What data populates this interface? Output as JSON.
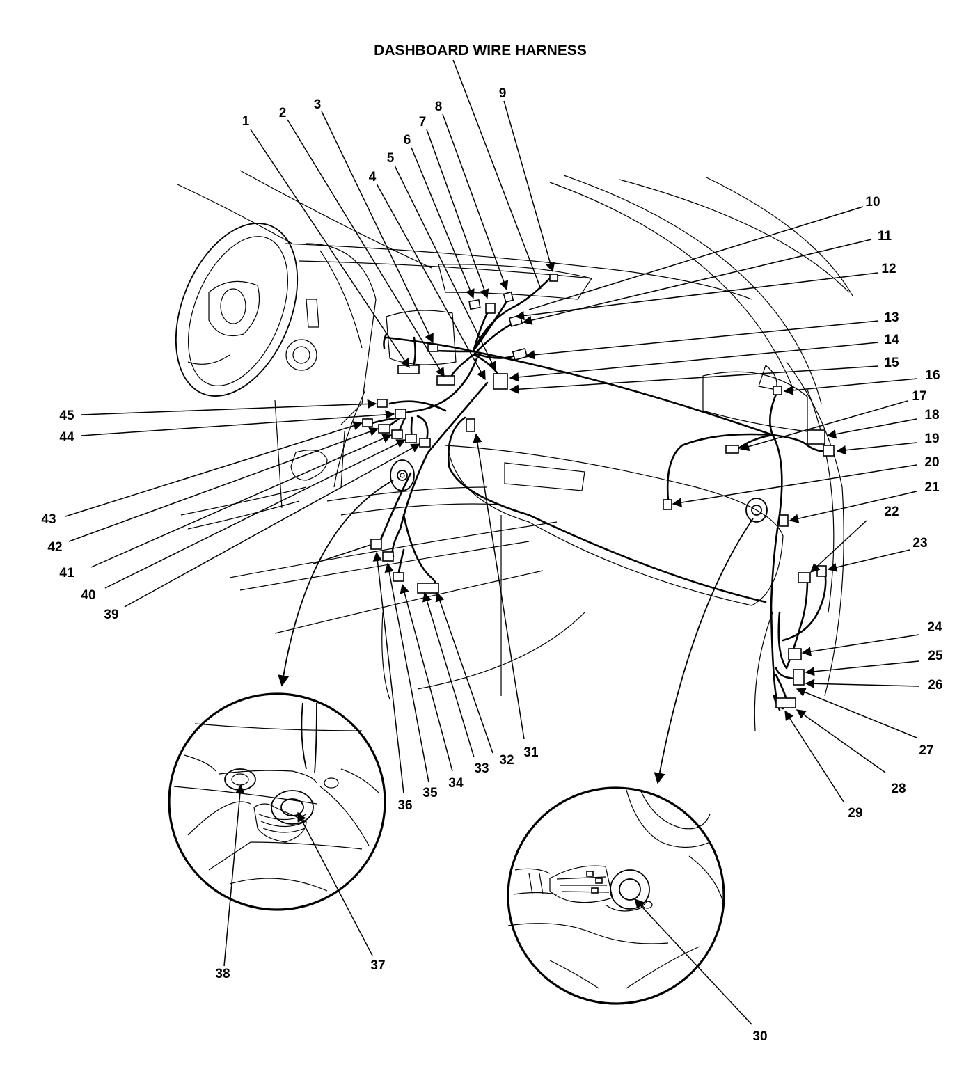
{
  "title": "DASHBOARD WIRE HARNESS",
  "labels": {
    "n1": "1",
    "n2": "2",
    "n3": "3",
    "n4": "4",
    "n5": "5",
    "n6": "6",
    "n7": "7",
    "n8": "8",
    "n9": "9",
    "n10": "10",
    "n11": "11",
    "n12": "12",
    "n13": "13",
    "n14": "14",
    "n15": "15",
    "n16": "16",
    "n17": "17",
    "n18": "18",
    "n19": "19",
    "n20": "20",
    "n21": "21",
    "n22": "22",
    "n23": "23",
    "n24": "24",
    "n25": "25",
    "n26": "26",
    "n27": "27",
    "n28": "28",
    "n29": "29",
    "n30": "30",
    "n31": "31",
    "n32": "32",
    "n33": "33",
    "n34": "34",
    "n35": "35",
    "n36": "36",
    "n37": "37",
    "n38": "38",
    "n39": "39",
    "n40": "40",
    "n41": "41",
    "n42": "42",
    "n43": "43",
    "n44": "44",
    "n45": "45"
  }
}
